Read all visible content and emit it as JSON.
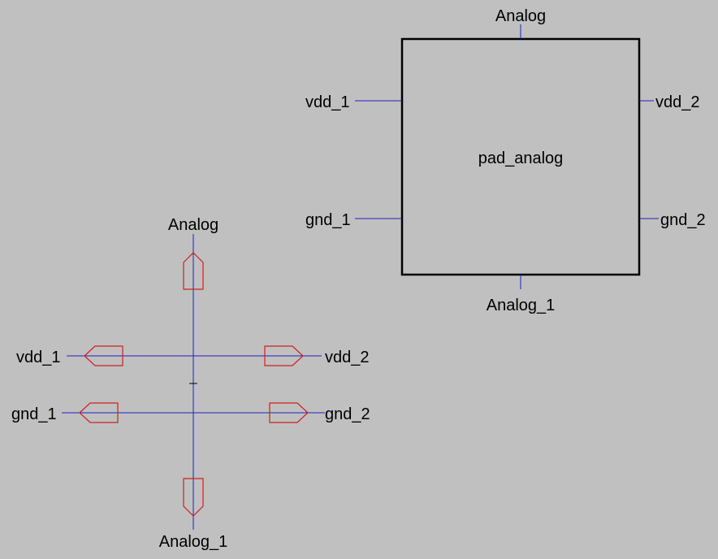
{
  "symbol": {
    "name": "pad_analog",
    "pins": {
      "top": "Analog",
      "bottom": "Analog_1",
      "left_upper": "vdd_1",
      "left_lower": "gnd_1",
      "right_upper": "vdd_2",
      "right_lower": "gnd_2"
    }
  },
  "schematic": {
    "ports": {
      "top": "Analog",
      "bottom": "Analog_1",
      "left_upper": "vdd_1",
      "left_lower": "gnd_1",
      "right_upper": "vdd_2",
      "right_lower": "gnd_2"
    }
  },
  "colors": {
    "background": "#c0c0c0",
    "wire": "#2020c0",
    "port": "#cc2020",
    "symbol_outline": "#000000"
  }
}
